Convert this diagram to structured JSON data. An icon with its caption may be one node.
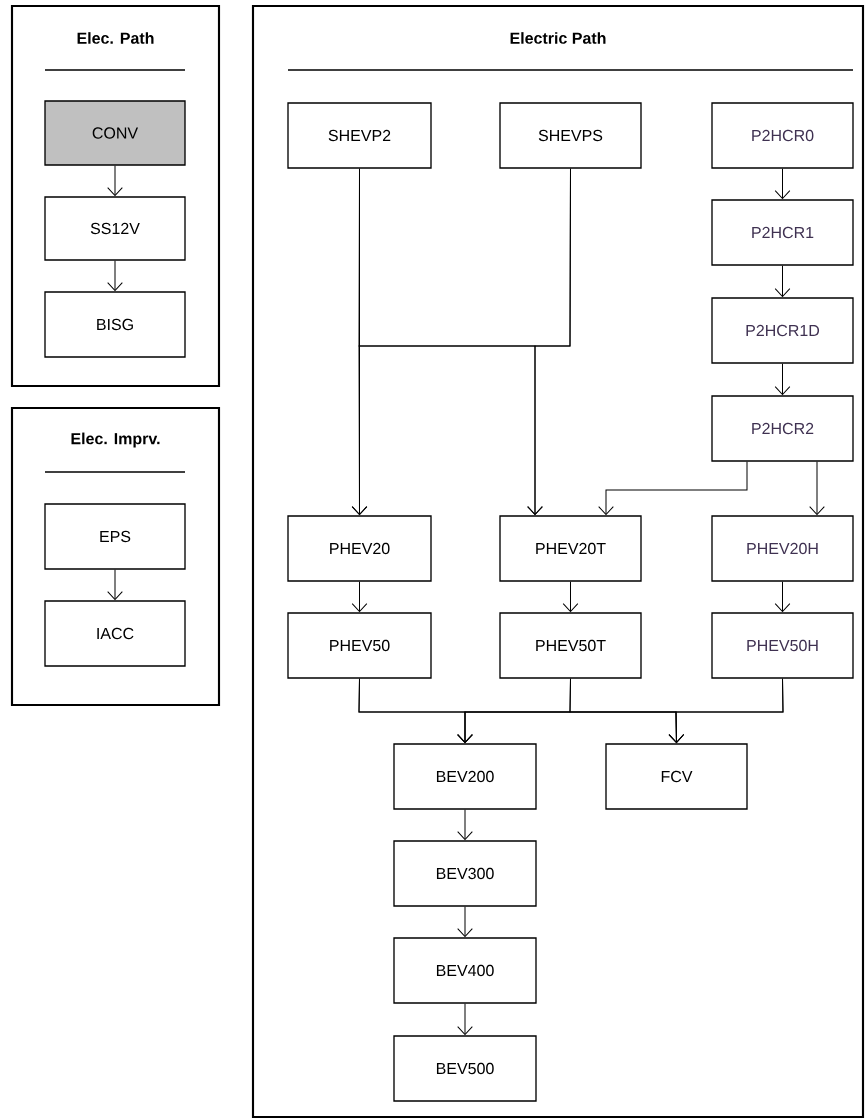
{
  "diagram": {
    "nodes": [
      {
        "text": [
          "Elec. Path"
        ]
      },
      {
        "text": [
          "CONV"
        ],
        "in": 0
      },
      {
        "text": [
          "SS12V"
        ],
        "in": 0
      },
      {
        "text": [
          "BISG"
        ],
        "in": 0
      },
      {
        "text": [
          "Elec. Imprv."
        ]
      },
      {
        "text": [
          "EPS"
        ],
        "in": 4
      },
      {
        "text": [
          "IACC"
        ],
        "in": 4
      },
      {
        "text": [
          "Electric Path"
        ]
      },
      {
        "text": [
          "SHEVP2"
        ],
        "in": 7
      },
      {
        "text": [
          "SHEVPS"
        ],
        "in": 7
      },
      {
        "text": [
          "P2HCR0"
        ],
        "in": 7
      },
      {
        "text": [
          "P2HCR1"
        ],
        "in": 7
      },
      {
        "text": [
          "P2HCR1D"
        ],
        "in": 7
      },
      {
        "text": [
          "P2HCR2"
        ],
        "in": 7
      },
      {
        "text": [
          "PHEV20"
        ],
        "in": 7
      },
      {
        "text": [
          "PHEV20T"
        ],
        "in": 7
      },
      {
        "text": [
          "PHEV20H"
        ],
        "in": 7
      },
      {
        "text": [
          "PHEV50"
        ],
        "in": 7
      },
      {
        "text": [
          "PHEV50T"
        ],
        "in": 7
      },
      {
        "text": [
          "PHEV50H"
        ],
        "in": 7
      },
      {
        "text": [
          "BEV200"
        ],
        "in": 7
      },
      {
        "text": [
          "FCV"
        ],
        "in": 7
      },
      {
        "text": [
          "BEV300"
        ],
        "in": 7
      },
      {
        "text": [
          "BEV400"
        ],
        "in": 7
      },
      {
        "text": [
          "BEV500"
        ],
        "in": 7
      }
    ],
    "edges": [
      {
        "from": 1,
        "to": 2,
        "arrow": "to"
      },
      {
        "from": 2,
        "to": 3,
        "arrow": "to"
      },
      {
        "from": 5,
        "to": 6,
        "arrow": "to"
      },
      {
        "from": 8,
        "to": 14,
        "arrow": "to"
      },
      {
        "from": 8,
        "to": 15,
        "arrow": "to"
      },
      {
        "from": 9,
        "to": 14,
        "arrow": "to"
      },
      {
        "from": 9,
        "to": 15,
        "arrow": "to"
      },
      {
        "from": 10,
        "to": 11,
        "arrow": "to"
      },
      {
        "from": 11,
        "to": 12,
        "arrow": "to"
      },
      {
        "from": 12,
        "to": 13,
        "arrow": "to"
      },
      {
        "from": 13,
        "to": 15,
        "arrow": "to"
      },
      {
        "from": 13,
        "to": 16,
        "arrow": "to"
      },
      {
        "from": 14,
        "to": 17,
        "arrow": "to"
      },
      {
        "from": 15,
        "to": 18,
        "arrow": "to"
      },
      {
        "from": 16,
        "to": 19,
        "arrow": "to"
      },
      {
        "from": 17,
        "to": 20,
        "arrow": "to"
      },
      {
        "from": 17,
        "to": 21,
        "arrow": "to"
      },
      {
        "from": 18,
        "to": 20,
        "arrow": "to"
      },
      {
        "from": 18,
        "to": 21,
        "arrow": "to"
      },
      {
        "from": 19,
        "to": 20,
        "arrow": "to"
      },
      {
        "from": 19,
        "to": 21,
        "arrow": "to"
      },
      {
        "from": 20,
        "to": 22,
        "arrow": "to"
      },
      {
        "from": 22,
        "to": 23,
        "arrow": "to"
      },
      {
        "from": 23,
        "to": 24,
        "arrow": "to"
      }
    ]
  }
}
